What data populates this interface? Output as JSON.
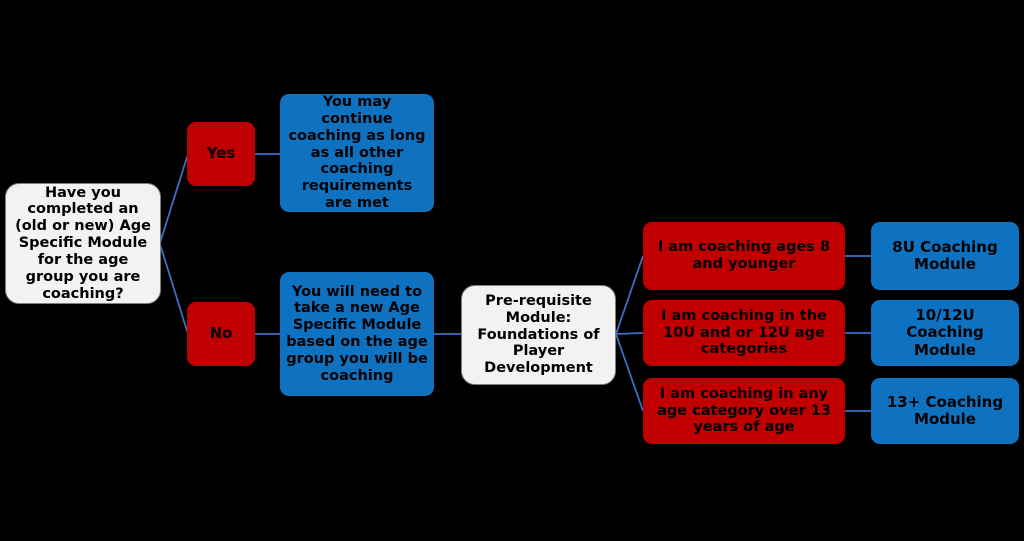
{
  "diagram": {
    "title": "Coaching Module Pathway Flowchart",
    "background_color": "#000000",
    "colors": {
      "red": "#C00000",
      "blue": "#0E72C0",
      "white": "#F2F2F2",
      "connector": "#3B6FC4",
      "text": "#000000"
    }
  },
  "nodes": {
    "question": {
      "label": "Have you completed an (old or new) Age Specific Module for the age group you are coaching?",
      "shape": "rounded-rectangle",
      "fill": "#F2F2F2"
    },
    "yes": {
      "label": "Yes",
      "fill": "#C00000"
    },
    "no": {
      "label": "No",
      "fill": "#C00000"
    },
    "yes_outcome": {
      "label": "You may continue coaching as long as all other coaching requirements are met",
      "fill": "#0E72C0"
    },
    "no_outcome": {
      "label": "You will need to take a new Age Specific Module based on the age group you will be coaching",
      "fill": "#0E72C0"
    },
    "prerequisite": {
      "label": "Pre-requisite Module: Foundations of Player Development",
      "fill": "#F2F2F2"
    },
    "age_branches": [
      {
        "label": "I am coaching ages 8 and younger",
        "fill": "#C00000"
      },
      {
        "label": "I am coaching in the 10U and or 12U age categories",
        "fill": "#C00000"
      },
      {
        "label": "I am coaching in any age category over 13 years of age",
        "fill": "#C00000"
      }
    ],
    "modules": [
      {
        "label": "8U Coaching Module",
        "fill": "#0E72C0"
      },
      {
        "label": "10/12U Coaching Module",
        "fill": "#0E72C0"
      },
      {
        "label": "13+ Coaching Module",
        "fill": "#0E72C0"
      }
    ]
  },
  "edges": [
    {
      "from": "question",
      "to": "yes"
    },
    {
      "from": "question",
      "to": "no"
    },
    {
      "from": "yes",
      "to": "yes_outcome"
    },
    {
      "from": "no",
      "to": "no_outcome"
    },
    {
      "from": "no_outcome",
      "to": "prerequisite"
    },
    {
      "from": "prerequisite",
      "to": "age_branch_1"
    },
    {
      "from": "prerequisite",
      "to": "age_branch_2"
    },
    {
      "from": "prerequisite",
      "to": "age_branch_3"
    },
    {
      "from": "age_branch_1",
      "to": "module_1"
    },
    {
      "from": "age_branch_2",
      "to": "module_2"
    },
    {
      "from": "age_branch_3",
      "to": "module_3"
    }
  ]
}
